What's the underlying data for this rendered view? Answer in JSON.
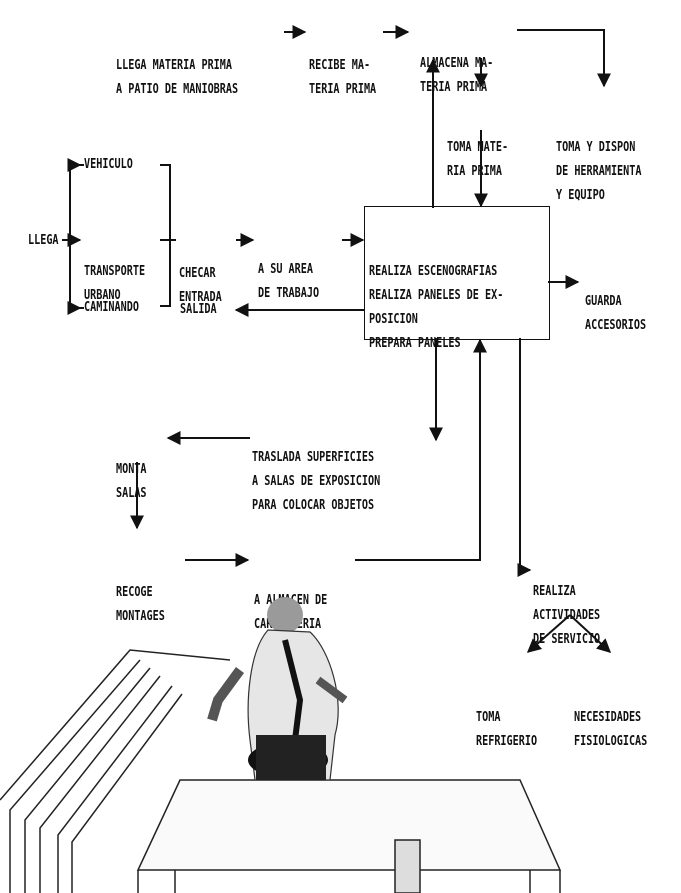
{
  "labels": {
    "llega_materia": [
      "LLEGA MATERIA PRIMA",
      "A PATIO DE MANIOBRAS"
    ],
    "recibe": [
      "RECIBE MA-",
      "TERIA PRIMA"
    ],
    "almacena": [
      "ALMACENA MA-",
      "TERIA PRIMA"
    ],
    "toma_materia": [
      "TOMA MATE-",
      "RIA PRIMA"
    ],
    "toma_herramienta": [
      "TOMA Y DISPON",
      "DE HERRAMIENTA",
      "Y EQUIPO"
    ],
    "vehiculo": "VEHICULO",
    "transporte": [
      "TRANSPORTE",
      "URBANO"
    ],
    "caminando": "CAMINANDO",
    "llega": "LLEGA",
    "checar": [
      "CHECAR",
      "ENTRADA"
    ],
    "area": [
      "A SU AREA",
      "DE TRABAJO"
    ],
    "salida": "SALIDA",
    "central": [
      "REALIZA ESCENOGRAFIAS",
      "REALIZA PANELES DE EX-",
      "POSICION",
      "PREPARA PANELES"
    ],
    "guarda": [
      "GUARDA",
      "ACCESORIOS"
    ],
    "traslada": [
      "TRASLADA SUPERFICIES",
      "A SALAS DE EXPOSICION",
      "PARA COLOCAR OBJETOS"
    ],
    "monta": [
      "MONTA",
      "SALAS"
    ],
    "recoge": [
      "RECOGE",
      "MONTAGES"
    ],
    "almacen_carp": [
      "A ALMACEN DE",
      "CARPINTERIA"
    ],
    "realiza_act": [
      "REALIZA",
      "ACTIVIDADES",
      "DE SERVICIO"
    ],
    "toma_ref": [
      "TOMA",
      "REFRIGERIO"
    ],
    "necesidades": [
      "NECESIDADES",
      "FISIOLOGICAS"
    ]
  },
  "illustration": "worker-at-workbench-illustration",
  "colors": {
    "ink": "#111111",
    "paper": "#ffffff"
  }
}
